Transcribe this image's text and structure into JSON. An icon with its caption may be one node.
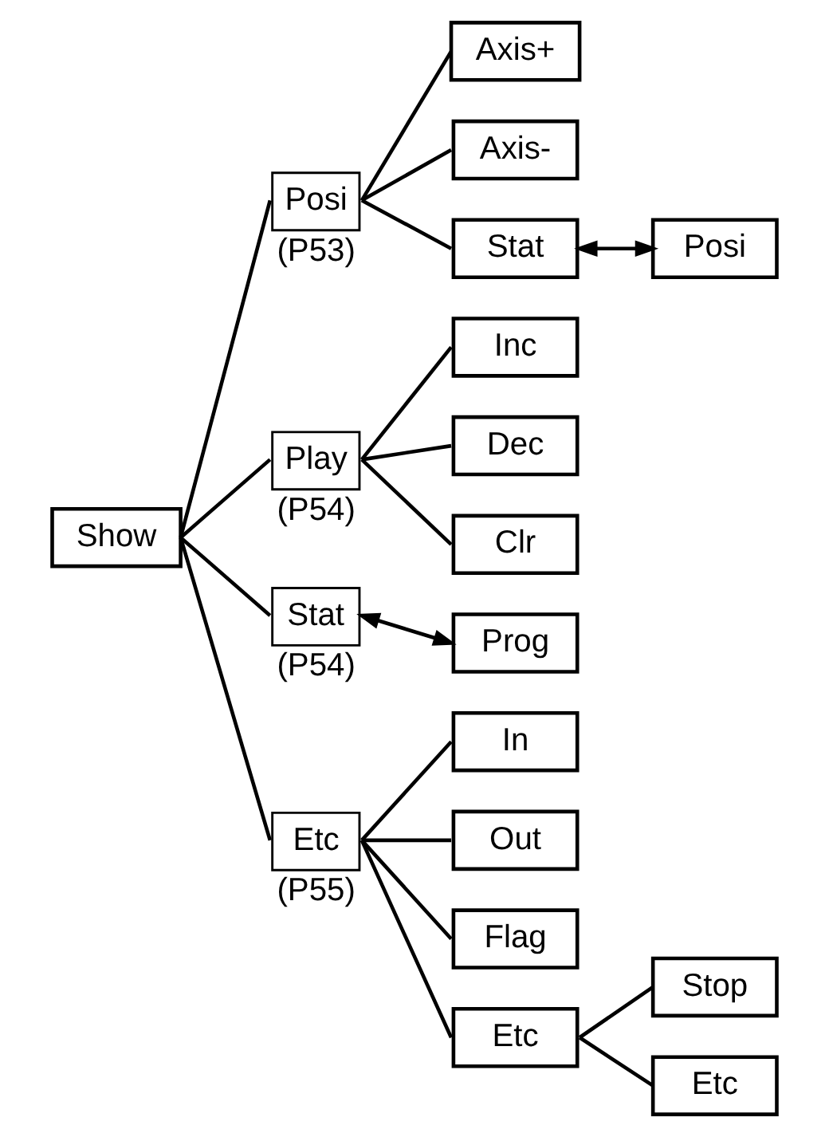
{
  "diagram": {
    "nodes": [
      {
        "text": [
          "Show"
        ]
      },
      {
        "text": [
          "Posi"
        ],
        "beside": [
          "(P53)"
        ]
      },
      {
        "text": [
          "Axis+"
        ]
      },
      {
        "text": [
          "Axis-"
        ]
      },
      {
        "text": [
          "Stat"
        ]
      },
      {
        "text": [
          "Posi"
        ]
      },
      {
        "text": [
          "Play"
        ],
        "beside": [
          "(P54)"
        ]
      },
      {
        "text": [
          "Inc"
        ]
      },
      {
        "text": [
          "Dec"
        ]
      },
      {
        "text": [
          "Clr"
        ]
      },
      {
        "text": [
          "Stat"
        ],
        "beside": [
          "(P54)"
        ]
      },
      {
        "text": [
          "Prog"
        ]
      },
      {
        "text": [
          "Etc"
        ],
        "beside": [
          "(P55)"
        ]
      },
      {
        "text": [
          "In"
        ]
      },
      {
        "text": [
          "Out"
        ]
      },
      {
        "text": [
          "Flag"
        ]
      },
      {
        "text": [
          "Etc"
        ]
      },
      {
        "text": [
          "Stop"
        ]
      },
      {
        "text": [
          "Etc"
        ]
      }
    ],
    "edges": [
      {
        "from": 0,
        "to": 1,
        "arrow": "none"
      },
      {
        "from": 1,
        "to": 2,
        "arrow": "none"
      },
      {
        "from": 1,
        "to": 3,
        "arrow": "none"
      },
      {
        "from": 1,
        "to": 4,
        "arrow": "none"
      },
      {
        "from": 4,
        "to": 5,
        "arrow": "both"
      },
      {
        "from": 0,
        "to": 6,
        "arrow": "none"
      },
      {
        "from": 6,
        "to": 7,
        "arrow": "none"
      },
      {
        "from": 6,
        "to": 8,
        "arrow": "none"
      },
      {
        "from": 6,
        "to": 9,
        "arrow": "none"
      },
      {
        "from": 0,
        "to": 10,
        "arrow": "none"
      },
      {
        "from": 10,
        "to": 11,
        "arrow": "both"
      },
      {
        "from": 0,
        "to": 12,
        "arrow": "none"
      },
      {
        "from": 12,
        "to": 13,
        "arrow": "none"
      },
      {
        "from": 12,
        "to": 14,
        "arrow": "none"
      },
      {
        "from": 12,
        "to": 15,
        "arrow": "none"
      },
      {
        "from": 12,
        "to": 16,
        "arrow": "none"
      },
      {
        "from": 16,
        "to": 17,
        "arrow": "none"
      },
      {
        "from": 16,
        "to": 18,
        "arrow": "none"
      }
    ]
  }
}
